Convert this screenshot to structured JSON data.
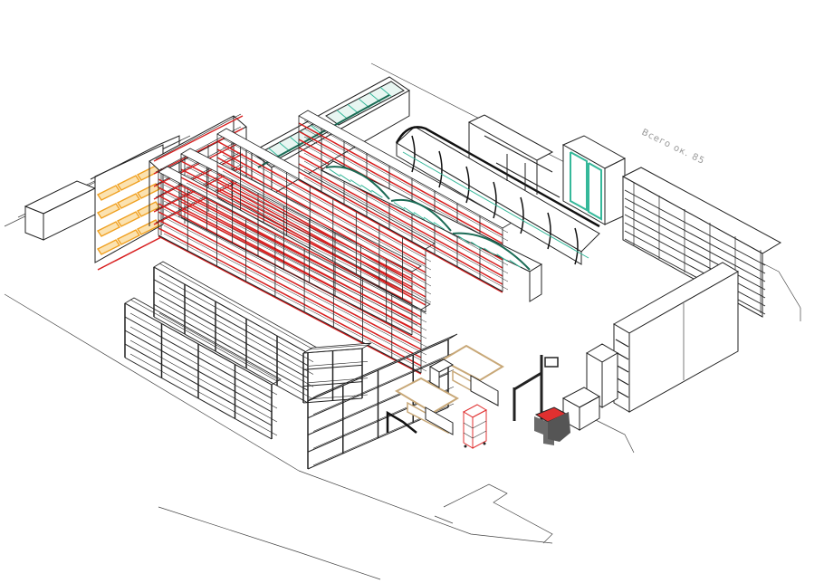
{
  "diagram": {
    "wall_label": "Всего ок. 85",
    "palette": {
      "line": "#222222",
      "shelf_edge": "#d81e1e",
      "fruit_rack": "#f0a020",
      "glass": "#35b89a",
      "checkout_counter": "#c8a878",
      "gate_panel": "#e03030",
      "gate_body": "#6a6a6a",
      "background": "#ffffff"
    },
    "elements": [
      {
        "id": "fruit-vegetable-rack",
        "kind": "shelving",
        "color_role": "fruit_rack"
      },
      {
        "id": "wall-shelving-left",
        "kind": "shelving",
        "color_role": "shelf_edge"
      },
      {
        "id": "gondola-rows-center",
        "kind": "shelving",
        "color_role": "shelf_edge",
        "count": 4
      },
      {
        "id": "freezer-island",
        "kind": "refrigeration",
        "color_role": "glass"
      },
      {
        "id": "chilled-display-counter",
        "kind": "refrigeration",
        "color_role": "glass"
      },
      {
        "id": "deli-service-counter",
        "kind": "refrigeration",
        "color_role": "glass"
      },
      {
        "id": "glass-door-fridge",
        "kind": "refrigeration",
        "color_role": "glass"
      },
      {
        "id": "wall-shelving-right",
        "kind": "shelving",
        "color_role": "line"
      },
      {
        "id": "wire-shelving-front",
        "kind": "shelving",
        "color_role": "line"
      },
      {
        "id": "checkout-counters",
        "kind": "checkout",
        "color_role": "checkout_counter",
        "count": 2
      },
      {
        "id": "basket-cart",
        "kind": "cart",
        "color_role": "gate_panel"
      },
      {
        "id": "entrance-turnstile",
        "kind": "gate",
        "color_role": "gate_body"
      },
      {
        "id": "entrance-walkway",
        "kind": "floor",
        "color_role": "line"
      }
    ]
  }
}
